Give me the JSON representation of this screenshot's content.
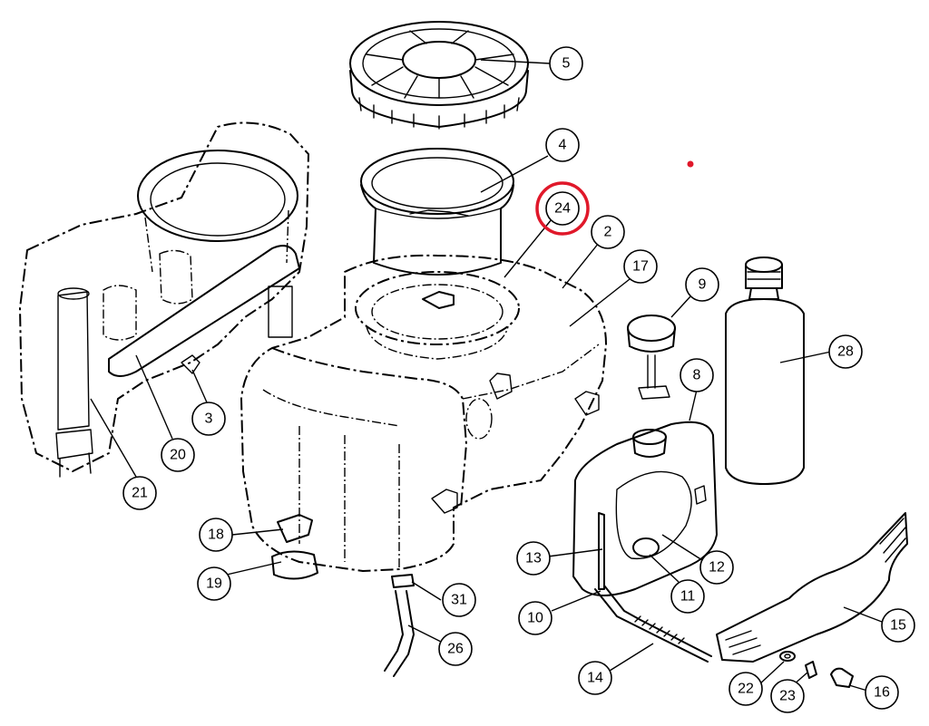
{
  "diagram": {
    "highlight_color": "#e0182a",
    "line_color": "#000000",
    "background": "#ffffff",
    "callouts": [
      {
        "id": "5",
        "label": "5"
      },
      {
        "id": "4",
        "label": "4"
      },
      {
        "id": "24",
        "label": "24",
        "highlighted": true
      },
      {
        "id": "2",
        "label": "2"
      },
      {
        "id": "17",
        "label": "17"
      },
      {
        "id": "9",
        "label": "9"
      },
      {
        "id": "28",
        "label": "28"
      },
      {
        "id": "8",
        "label": "8"
      },
      {
        "id": "3",
        "label": "3"
      },
      {
        "id": "20",
        "label": "20"
      },
      {
        "id": "21",
        "label": "21"
      },
      {
        "id": "18",
        "label": "18"
      },
      {
        "id": "19",
        "label": "19"
      },
      {
        "id": "31",
        "label": "31"
      },
      {
        "id": "26",
        "label": "26"
      },
      {
        "id": "13",
        "label": "13"
      },
      {
        "id": "12",
        "label": "12"
      },
      {
        "id": "11",
        "label": "11"
      },
      {
        "id": "10",
        "label": "10"
      },
      {
        "id": "14",
        "label": "14"
      },
      {
        "id": "15",
        "label": "15"
      },
      {
        "id": "22",
        "label": "22"
      },
      {
        "id": "23",
        "label": "23"
      },
      {
        "id": "16",
        "label": "16"
      }
    ]
  }
}
